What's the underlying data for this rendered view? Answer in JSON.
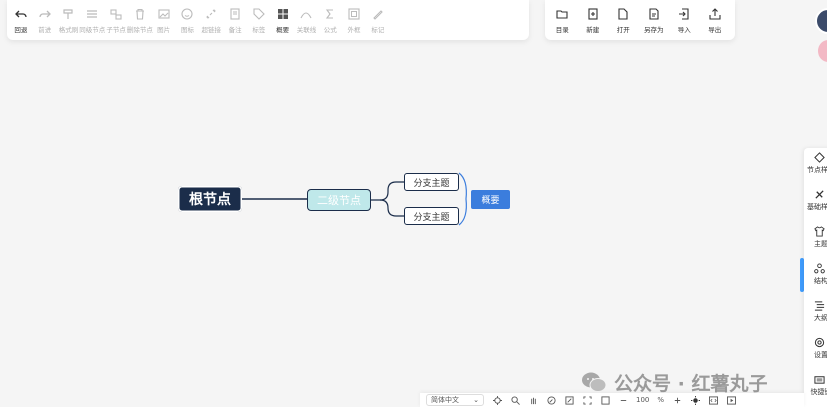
{
  "toolbar": {
    "items": [
      {
        "label": "回退",
        "icon": "undo-icon",
        "enabled": true
      },
      {
        "label": "前进",
        "icon": "redo-icon",
        "enabled": false
      },
      {
        "label": "格式刷",
        "icon": "format-brush-icon",
        "enabled": false
      },
      {
        "label": "同级节点",
        "icon": "sibling-node-icon",
        "enabled": false
      },
      {
        "label": "子节点",
        "icon": "child-node-icon",
        "enabled": false
      },
      {
        "label": "删除节点",
        "icon": "delete-node-icon",
        "enabled": false
      },
      {
        "label": "图片",
        "icon": "image-icon",
        "enabled": false
      },
      {
        "label": "图标",
        "icon": "emoji-icon",
        "enabled": false
      },
      {
        "label": "超链接",
        "icon": "link-icon",
        "enabled": false
      },
      {
        "label": "备注",
        "icon": "note-icon",
        "enabled": false
      },
      {
        "label": "标签",
        "icon": "tag-icon",
        "enabled": false
      },
      {
        "label": "概要",
        "icon": "summary-icon",
        "enabled": true
      },
      {
        "label": "关联线",
        "icon": "association-line-icon",
        "enabled": false
      },
      {
        "label": "公式",
        "icon": "formula-icon",
        "enabled": false
      },
      {
        "label": "外框",
        "icon": "outer-frame-icon",
        "enabled": false
      },
      {
        "label": "标记",
        "icon": "mark-icon",
        "enabled": false
      }
    ]
  },
  "file_toolbar": {
    "items": [
      {
        "label": "目录",
        "icon": "folder-icon"
      },
      {
        "label": "新建",
        "icon": "new-file-icon"
      },
      {
        "label": "打开",
        "icon": "open-file-icon"
      },
      {
        "label": "另存为",
        "icon": "save-as-icon"
      },
      {
        "label": "导入",
        "icon": "import-icon"
      },
      {
        "label": "导出",
        "icon": "export-icon"
      }
    ]
  },
  "mindmap": {
    "root": "根节点",
    "second": "二级节点",
    "branch1": "分支主题",
    "branch2": "分支主题",
    "summary": "概要"
  },
  "sidepanel": {
    "items": [
      {
        "label": "节点样式",
        "icon": "node-style-icon"
      },
      {
        "label": "基础样式",
        "icon": "base-style-icon"
      },
      {
        "label": "主题",
        "icon": "theme-icon"
      },
      {
        "label": "结构",
        "icon": "structure-icon"
      },
      {
        "label": "大纲",
        "icon": "outline-icon"
      },
      {
        "label": "设置",
        "icon": "settings-icon"
      },
      {
        "label": "快捷键",
        "icon": "shortcut-icon"
      }
    ]
  },
  "bottombar": {
    "language": "简体中文",
    "zoom": "100",
    "zoom_unit": "%"
  },
  "watermark": {
    "text": "公众号 · 红薯丸子"
  },
  "colors": {
    "root_bg": "#1b2d4a",
    "second_bg": "#bfe8ea",
    "summary_bg": "#3b7ddd",
    "accent": "#409eff"
  }
}
